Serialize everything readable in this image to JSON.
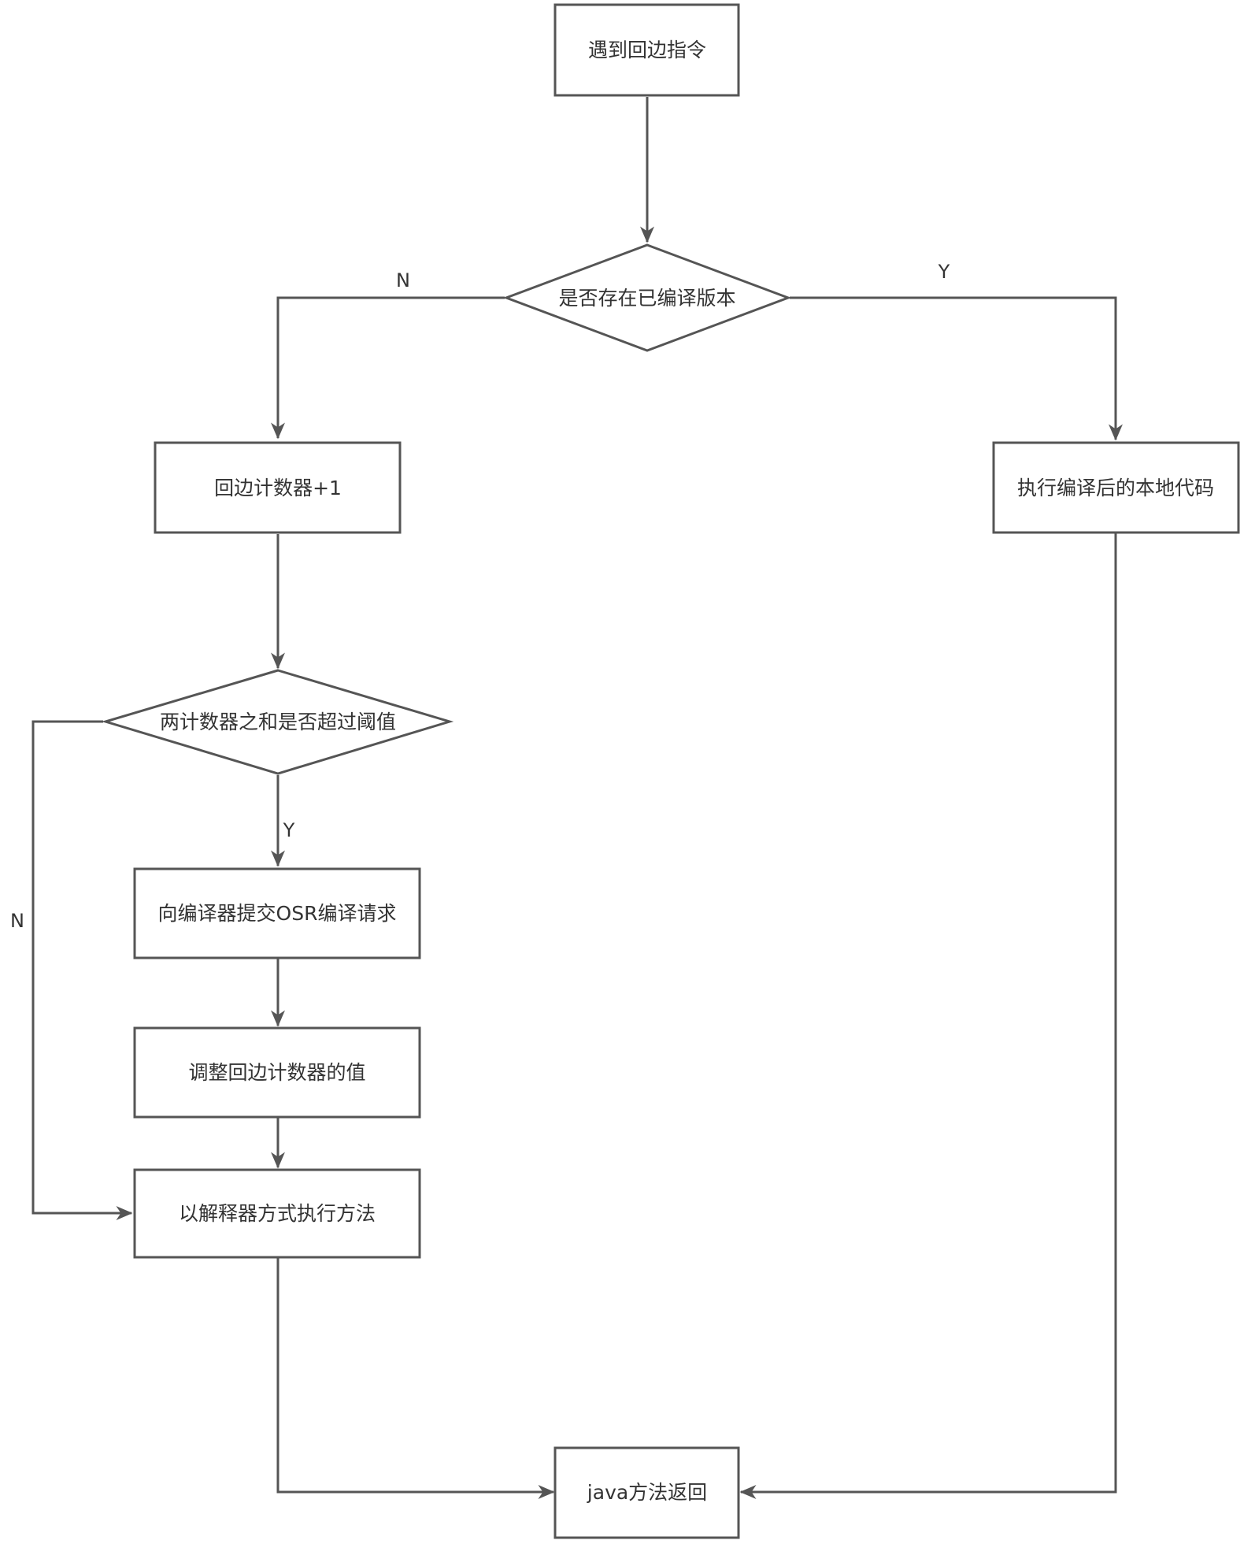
{
  "diagram": {
    "type": "flowchart",
    "nodes": {
      "start": {
        "label": "遇到回边指令",
        "shape": "process"
      },
      "has_compiled": {
        "label": "是否存在已编译版本",
        "shape": "decision"
      },
      "counter_inc": {
        "label": "回边计数器+1",
        "shape": "process"
      },
      "exec_native": {
        "label": "执行编译后的本地代码",
        "shape": "process"
      },
      "threshold_check": {
        "label": "两计数器之和是否超过阈值",
        "shape": "decision"
      },
      "submit_osr": {
        "label": "向编译器提交OSR编译请求",
        "shape": "process"
      },
      "adjust_counter": {
        "label": "调整回边计数器的值",
        "shape": "process"
      },
      "interpret": {
        "label": "以解释器方式执行方法",
        "shape": "process"
      },
      "java_return": {
        "label": "java方法返回",
        "shape": "process"
      }
    },
    "edges": {
      "start_to_check": {
        "from": "start",
        "to": "has_compiled",
        "label": ""
      },
      "check_no": {
        "from": "has_compiled",
        "to": "counter_inc",
        "label": "N"
      },
      "check_yes": {
        "from": "has_compiled",
        "to": "exec_native",
        "label": "Y"
      },
      "inc_to_threshold": {
        "from": "counter_inc",
        "to": "threshold_check",
        "label": ""
      },
      "threshold_yes": {
        "from": "threshold_check",
        "to": "submit_osr",
        "label": "Y"
      },
      "threshold_no": {
        "from": "threshold_check",
        "to": "interpret",
        "label": "N"
      },
      "osr_to_adjust": {
        "from": "submit_osr",
        "to": "adjust_counter",
        "label": ""
      },
      "adjust_to_interpret": {
        "from": "adjust_counter",
        "to": "interpret",
        "label": ""
      },
      "interpret_to_return": {
        "from": "interpret",
        "to": "java_return",
        "label": ""
      },
      "native_to_return": {
        "from": "exec_native",
        "to": "java_return",
        "label": ""
      }
    }
  }
}
